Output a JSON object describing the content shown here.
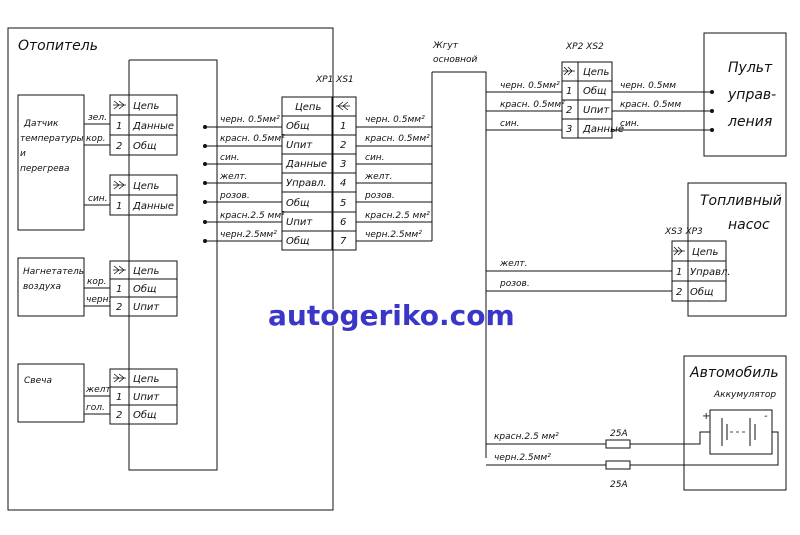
{
  "heater": {
    "title": "Отопитель",
    "sensor": {
      "name": [
        "Датчик",
        "температуры",
        "и",
        "перегрева"
      ],
      "wire_labels": [
        "зел.",
        "кор.",
        "син."
      ],
      "conn_a": [
        {
          "n": "",
          "f": "Цепь"
        },
        {
          "n": "1",
          "f": "Данные"
        },
        {
          "n": "2",
          "f": "Общ"
        }
      ],
      "conn_b": [
        {
          "n": "",
          "f": "Цепь"
        },
        {
          "n": "1",
          "f": "Данные"
        }
      ]
    },
    "blower": {
      "name": [
        "Нагнетатель",
        "воздуха"
      ],
      "wire_labels": [
        "кор.",
        "черн."
      ],
      "conn": [
        {
          "n": "",
          "f": "Цепь"
        },
        {
          "n": "1",
          "f": "Общ"
        },
        {
          "n": "2",
          "f": "Uпит"
        }
      ]
    },
    "plug": {
      "name": [
        "Свеча"
      ],
      "wire_labels": [
        "желт",
        "гол."
      ],
      "conn": [
        {
          "n": "",
          "f": "Цепь"
        },
        {
          "n": "1",
          "f": "Uпит"
        },
        {
          "n": "2",
          "f": "Общ"
        }
      ]
    },
    "internal_wires": [
      "черн. 0.5мм²",
      "красн. 0.5мм²",
      "син.",
      "желт.",
      "розов.",
      "красн.2.5 мм²",
      "черн.2.5мм²"
    ]
  },
  "xp1": {
    "title": "XP1 XS1",
    "funcs": [
      "Цепь",
      "Общ",
      "Uпит",
      "Данные",
      "Управл.",
      "Общ",
      "Uпит",
      "Общ"
    ],
    "pins": [
      "1",
      "2",
      "3",
      "4",
      "5",
      "6",
      "7"
    ]
  },
  "harness": {
    "title": [
      "Жгут",
      "основной"
    ],
    "wires_left": [
      "черн. 0.5мм²",
      "красн. 0.5мм²",
      "син.",
      "желт.",
      "розов.",
      "красн.2.5 мм²",
      "черн.2.5мм²"
    ],
    "wires_panel": [
      "черн. 0.5мм²",
      "красн. 0.5мм²",
      "син."
    ],
    "wires_pump": [
      "желт.",
      "розов."
    ],
    "wires_car": [
      "красн.2.5 мм²",
      "черн.2.5мм²"
    ],
    "fuses": [
      "25А",
      "25А"
    ]
  },
  "xp2": {
    "title": "XP2 XS2",
    "rows": [
      {
        "n": "",
        "f": "Цепь"
      },
      {
        "n": "1",
        "f": "Общ"
      },
      {
        "n": "2",
        "f": "Uпит"
      },
      {
        "n": "3",
        "f": "Данные"
      }
    ],
    "out_wires": [
      "черн. 0.5мм",
      "красн. 0.5мм",
      "син."
    ]
  },
  "panel": {
    "title": [
      "Пульт",
      "управ-",
      "ления"
    ]
  },
  "pump": {
    "title": [
      "Топливный",
      "насос"
    ],
    "conn_title": "XS3 XP3",
    "rows": [
      {
        "n": "",
        "f": "Цепь"
      },
      {
        "n": "1",
        "f": "Управл."
      },
      {
        "n": "2",
        "f": "Общ"
      }
    ]
  },
  "car": {
    "title": "Автомобиль",
    "battery": "Аккумулятор",
    "plus": "+",
    "minus": "-"
  },
  "watermark": "autogeriko.com"
}
